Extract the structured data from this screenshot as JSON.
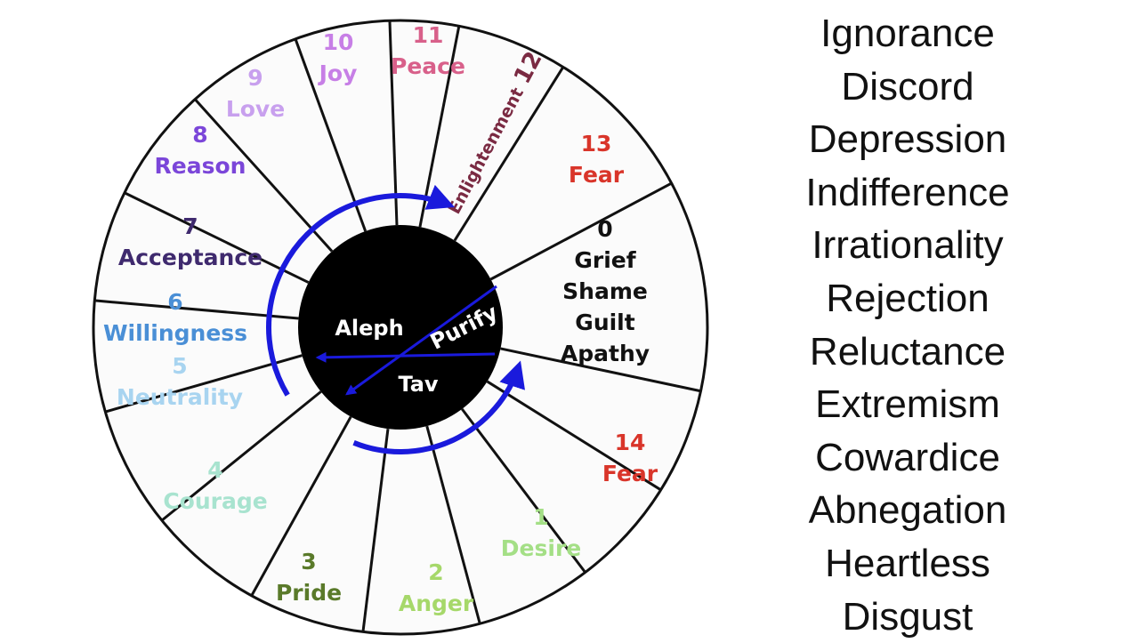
{
  "wheel": {
    "segments": [
      {
        "number": "0",
        "lines": [
          "Grief",
          "Shame",
          "Guilt",
          "Apathy"
        ],
        "color": "#111111"
      },
      {
        "number": "14",
        "lines": [
          "Fear"
        ],
        "color": "#d9352a"
      },
      {
        "number": "1",
        "lines": [
          "Desire"
        ],
        "color": "#a4df86"
      },
      {
        "number": "2",
        "lines": [
          "Anger"
        ],
        "color": "#a6d86a"
      },
      {
        "number": "3",
        "lines": [
          "Pride"
        ],
        "color": "#5a7a2a"
      },
      {
        "number": "4",
        "lines": [
          "Courage"
        ],
        "color": "#a8e3cf"
      },
      {
        "number": "5",
        "lines": [
          "Neutrality"
        ],
        "color": "#a8d4f0"
      },
      {
        "number": "6",
        "lines": [
          "Willingness"
        ],
        "color": "#4a8fd6"
      },
      {
        "number": "7",
        "lines": [
          "Acceptance"
        ],
        "color": "#3f2a6e"
      },
      {
        "number": "8",
        "lines": [
          "Reason"
        ],
        "color": "#7b46d9"
      },
      {
        "number": "9",
        "lines": [
          "Love"
        ],
        "color": "#c8a0ee"
      },
      {
        "number": "10",
        "lines": [
          "Joy"
        ],
        "color": "#c77fe6"
      },
      {
        "number": "11",
        "lines": [
          "Peace"
        ],
        "color": "#d8608a"
      },
      {
        "number": "12",
        "lines": [
          "Enlightenment"
        ],
        "color": "#7a2a42"
      },
      {
        "number": "13",
        "lines": [
          "Fear"
        ],
        "color": "#d9352a"
      }
    ],
    "hub": {
      "top_label": "Aleph",
      "bottom_label": "Tav",
      "diagonal_label": "Purify"
    },
    "colors": {
      "hub": "#000000",
      "arrow": "#1a1adc",
      "ring_fill": "#fbfbfb",
      "lines": "#111111"
    }
  },
  "word_list": [
    "Ignorance",
    "Discord",
    "Depression",
    "Indifference",
    "Irrationality",
    "Rejection",
    "Reluctance",
    "Extremism",
    "Cowardice",
    "Abnegation",
    "Heartless",
    "Disgust"
  ]
}
